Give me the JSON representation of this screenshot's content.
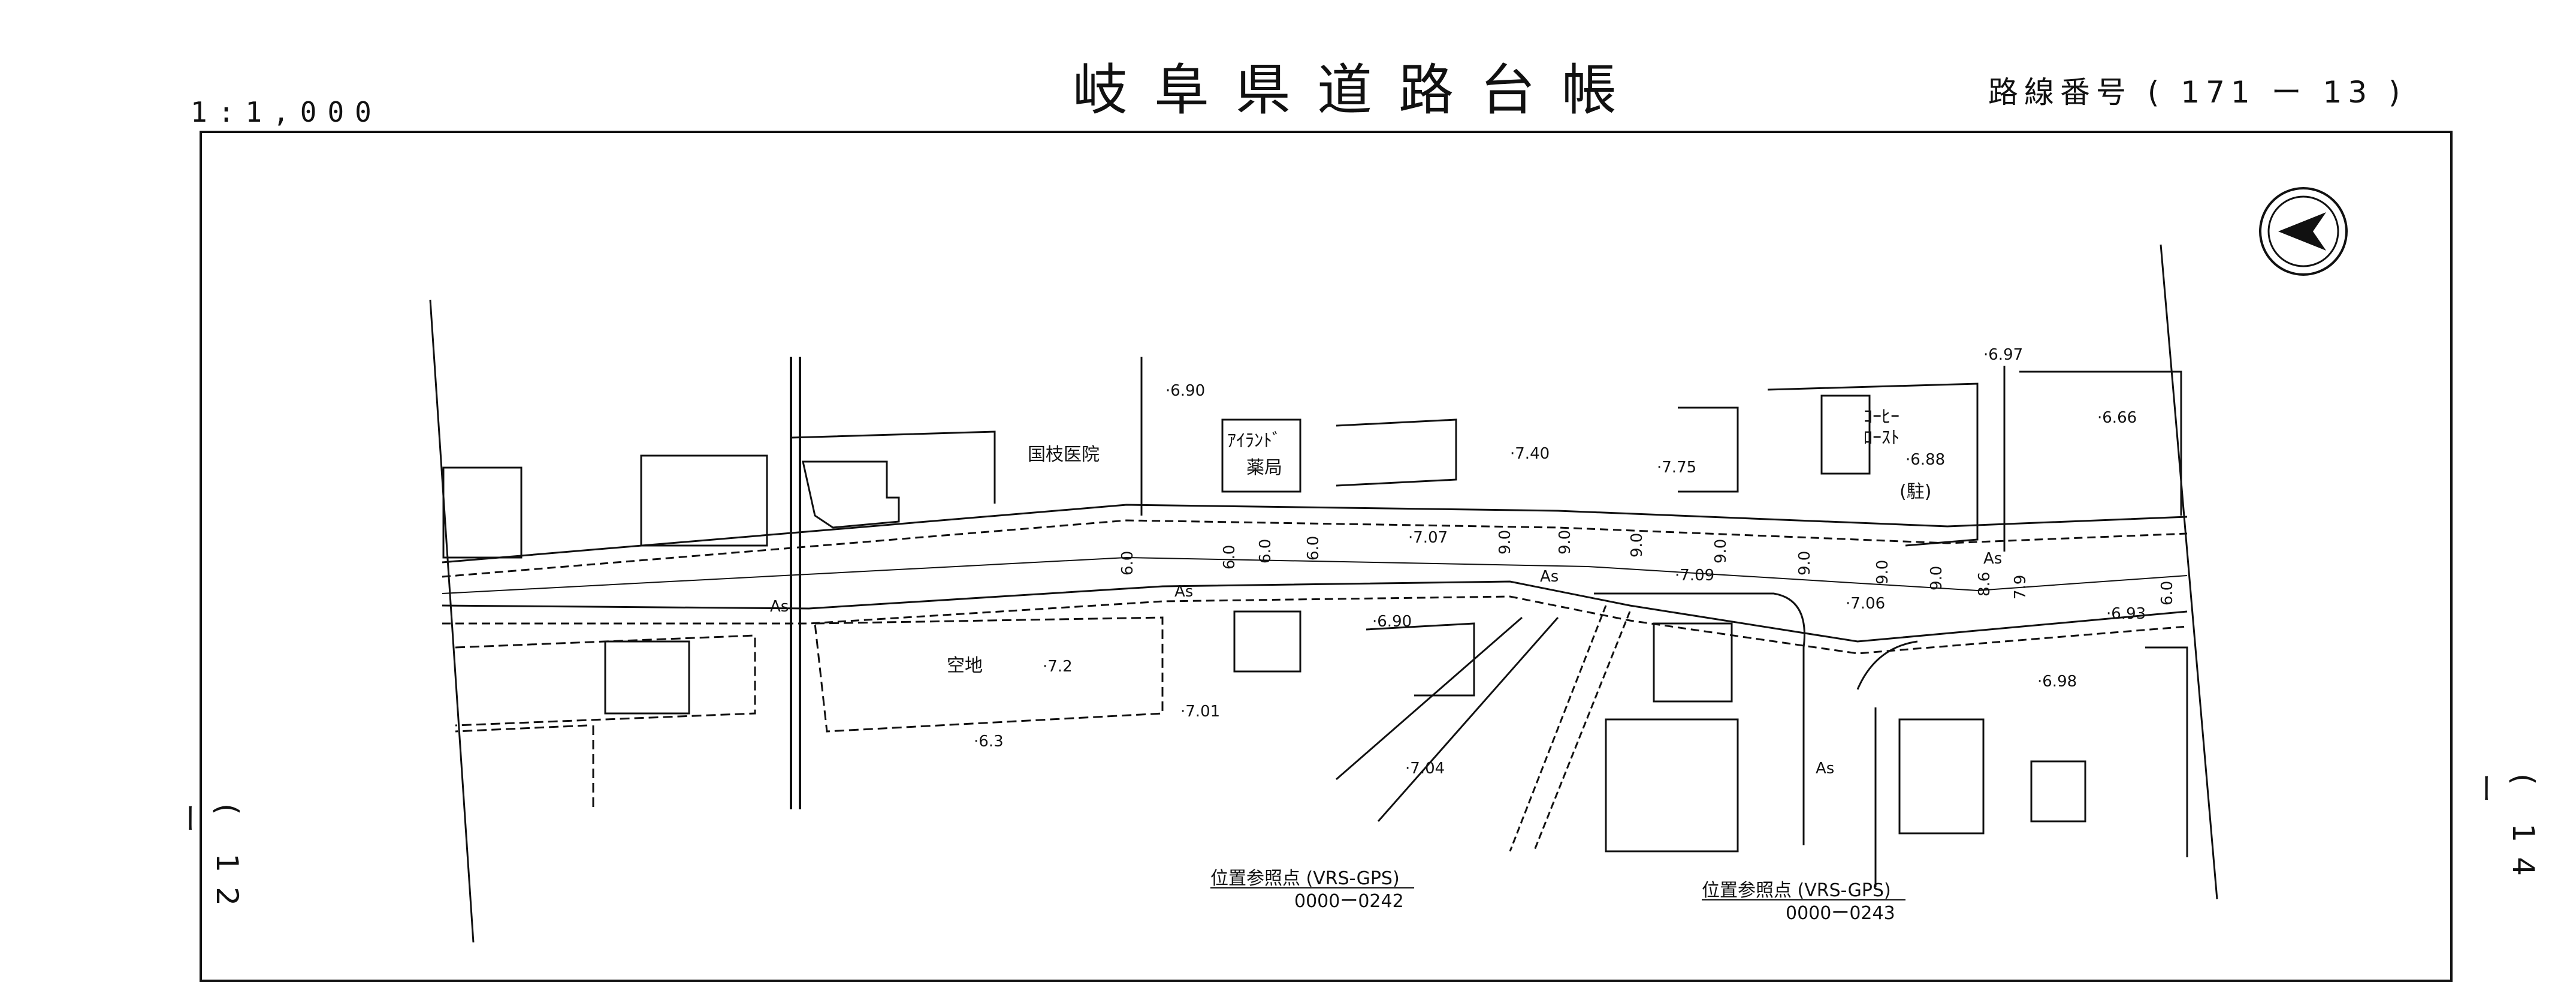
{
  "header": {
    "title": "岐阜県道路台帳",
    "scale": "1:1,000",
    "route_label": "路線番号",
    "route_number": "( 171 ー 13 )"
  },
  "adjacent_sheets": {
    "left": "( 12 ー",
    "right": "( 14 ー"
  },
  "place_labels": {
    "clinic": "国枝医院",
    "pharmacy_line1": "ｱｲﾗﾝﾄﾞ",
    "pharmacy_line2": "薬局",
    "coffee_line1": "ｺｰﾋｰ",
    "coffee_line2": "ﾛｰｽﾄ",
    "parking": "(駐)",
    "vacant_lot": "空地"
  },
  "elevations": [
    "6.90",
    "7.40",
    "7.75",
    "6.97",
    "6.66",
    "6.88",
    "7.07",
    "7.09",
    "7.06",
    "6.93",
    "6.90",
    "7.2",
    "7.01",
    "6.3",
    "6.98",
    "7.04"
  ],
  "surface_labels": [
    "As",
    "As",
    "As",
    "As",
    "As"
  ],
  "widths": [
    "6.0",
    "6.0",
    "6.0",
    "6.0",
    "9.0",
    "9.0",
    "9.0",
    "9.0",
    "9.0",
    "9.0",
    "9.0",
    "8.6",
    "7.9",
    "6.0"
  ],
  "reference_points": [
    {
      "label": "位置参照点 (VRS-GPS)",
      "id": "0000ー0242"
    },
    {
      "label": "位置参照点 (VRS-GPS)",
      "id": "0000ー0243"
    }
  ],
  "north_arrow": "north-arrow-icon"
}
